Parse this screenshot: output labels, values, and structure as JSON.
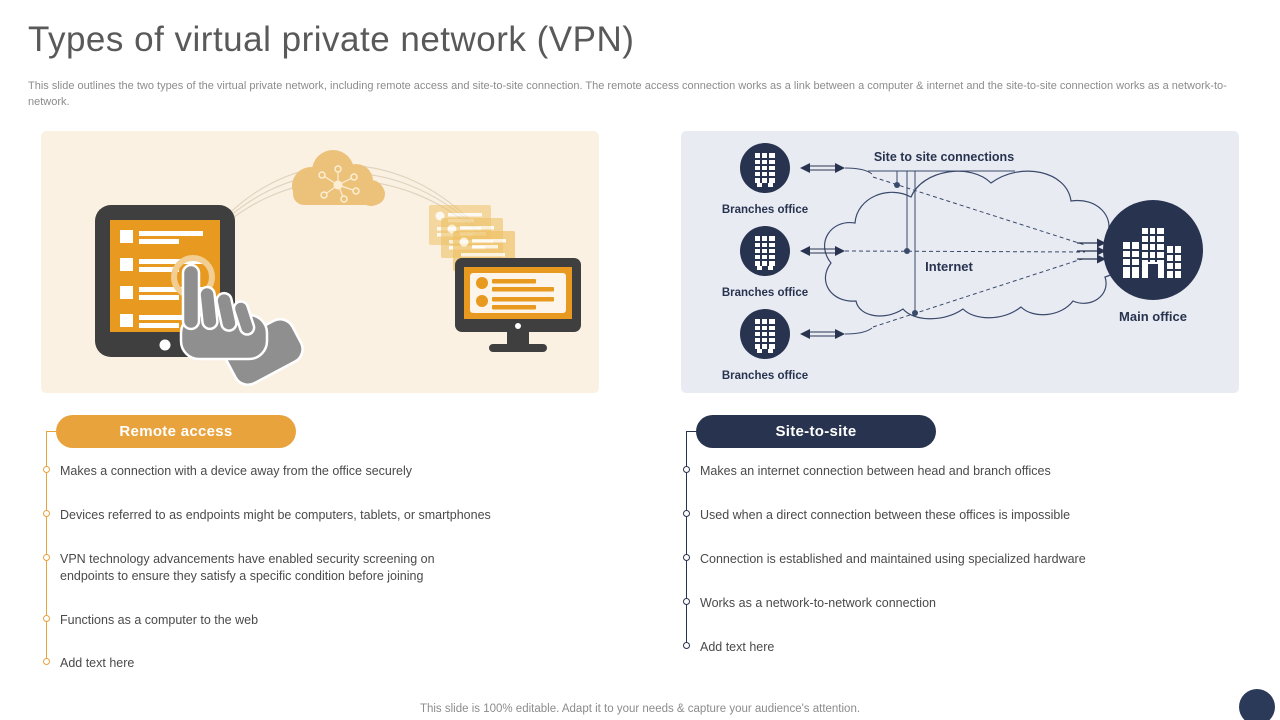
{
  "slide": {
    "title": "Types of virtual private network (VPN)",
    "subtitle": "This slide outlines the two types of the virtual private network, including remote access and site-to-site connection. The remote access connection works as a link between a computer &  internet and the site-to-site connection works as a network-to-network.",
    "footer_note": "This slide is 100% editable. Adapt it to your needs & capture your audience's attention."
  },
  "colors": {
    "accent_orange": "#E8A33D",
    "accent_navy": "#28344F",
    "panel_cream": "#FBF1E3",
    "panel_lavender": "#E9EBF3",
    "illustration_orange": "#E8991F",
    "cloud_tan": "#ECC17A",
    "device_dark": "#3F3F3F"
  },
  "remote_access": {
    "label": "Remote access",
    "items": [
      "Makes a connection with a device away from the office securely",
      "Devices referred to as endpoints might be computers, tablets, or smartphones",
      "VPN technology advancements have enabled security screening on endpoints to ensure they satisfy a specific condition before joining",
      "Functions as a computer to the web",
      "Add text here"
    ]
  },
  "site_to_site": {
    "label": "Site-to-site",
    "items": [
      "Makes an internet connection between head and branch offices",
      "Used when a direct connection between these offices is impossible",
      "Connection is established and maintained using specialized hardware",
      "Works as a network-to-network connection",
      "Add text here"
    ]
  },
  "diagram": {
    "site_connections_label": "Site to site connections",
    "internet_label": "Internet",
    "main_office_label": "Main office",
    "branches": [
      "Branches office",
      "Branches office",
      "Branches office"
    ]
  }
}
